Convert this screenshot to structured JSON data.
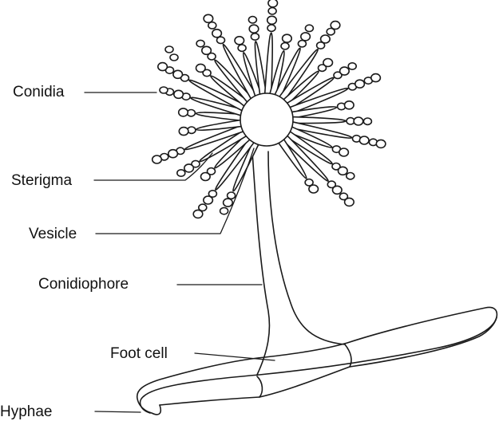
{
  "labels": {
    "conidia": "Conidia",
    "sterigma": "Sterigma",
    "vesicle": "Vesicle",
    "conidiophore": "Conidiophore",
    "foot_cell": "Foot cell",
    "hyphae": "Hyphae"
  },
  "colors": {
    "stroke": "#1a1a1a",
    "text": "#111111",
    "background": "#ffffff"
  }
}
